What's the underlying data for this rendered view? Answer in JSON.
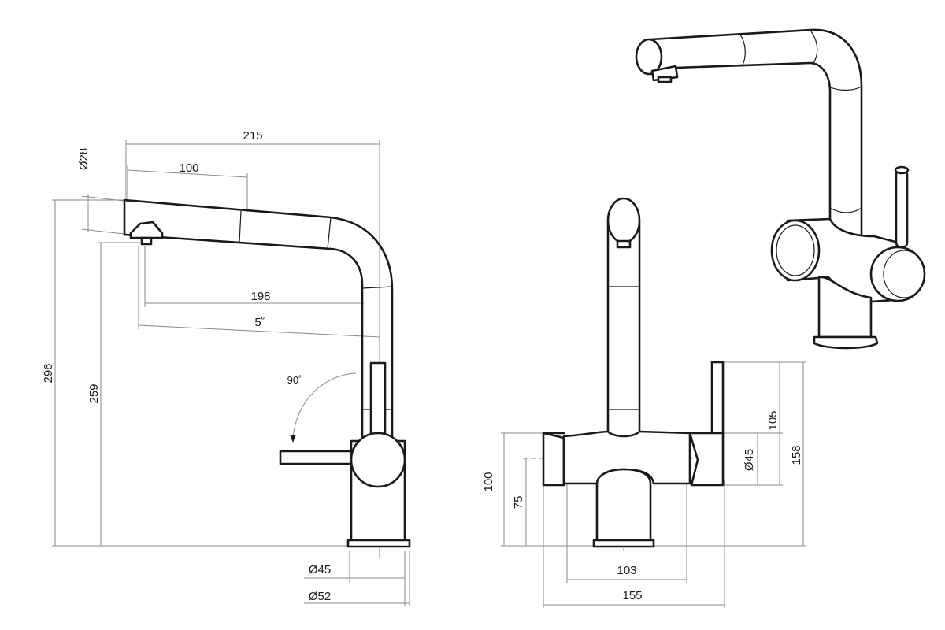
{
  "side_view": {
    "dim_total_length": "215",
    "dim_pullout": "100",
    "dim_spout_diameter": "Ø28",
    "dim_reach": "198",
    "dim_angle": "5˚",
    "dim_height": "296",
    "dim_spout_height": "259",
    "dim_lever_rotation": "90˚",
    "dim_base_inner": "Ø45",
    "dim_base_outer": "Ø52"
  },
  "front_view": {
    "dim_lever_height": "105",
    "dim_total_height": "158",
    "dim_body_diameter": "Ø45",
    "dim_body_height": "100",
    "dim_axis_height": "75",
    "dim_inner_width": "103",
    "dim_total_width": "155"
  }
}
